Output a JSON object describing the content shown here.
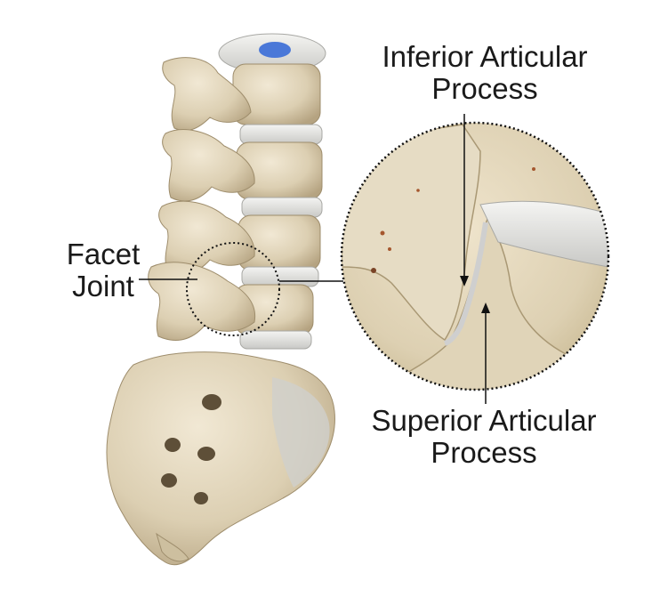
{
  "labels": {
    "facet_joint": {
      "line1": "Facet",
      "line2": "Joint"
    },
    "inferior_articular_process": {
      "line1": "Inferior Articular",
      "line2": "Process"
    },
    "superior_articular_process": {
      "line1": "Superior Articular",
      "line2": "Process"
    }
  },
  "colors": {
    "bone": "#e2d6bd",
    "bone_shadow": "#b9a886",
    "disc": "#e6e6e4",
    "nucleus": "#4a78d8",
    "cartilage": "#dedede",
    "leader_line": "#111111"
  }
}
